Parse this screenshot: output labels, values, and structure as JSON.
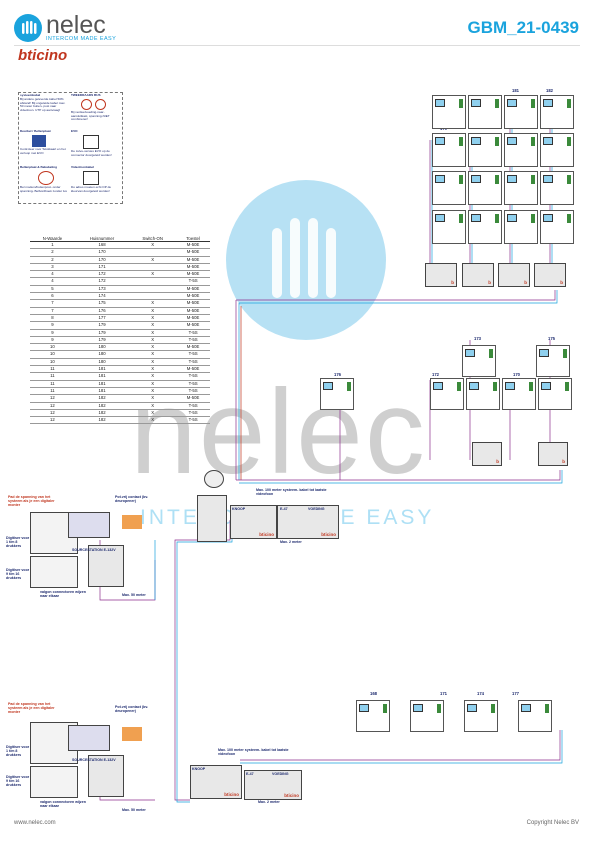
{
  "header": {
    "brand": "nelec",
    "tagline": "INTERCOM MADE EASY",
    "partner_logo": "bticino",
    "doc_code": "GBM_21-0439"
  },
  "watermark": {
    "word": "nelec",
    "tagline": "INTERCOM MADE EASY"
  },
  "footer": {
    "left": "www.nelec.com",
    "right": "Copyright Nelec BV"
  },
  "legend": {
    "items": [
      {
        "title": "systeemkabel",
        "text": "Bij andere geleverde kabel 50% afstand! Bij ongeleide kabel max. 50 meter buiten- post naar videofoon. UTP op aanvraag!"
      },
      {
        "title": "TWEEDRAADS BUS",
        "text": "Bij verdeelvoeding-naar- aansluitkast, spanning-NIET combineren!"
      },
      {
        "title": "Deurbel / Bellenplaat",
        "text": "Controleer voor Tekstkaart en het verloop met EVO"
      },
      {
        "title": "EVO",
        "text": "De zelve-versies EVO op de connector doorgeleid worden!"
      },
      {
        "title": "Bellenplaat & Bekabeling",
        "text": "Bel modem/buitenpost- onder spanning- Belbordboek zonder lus"
      },
      {
        "title": "Videofoonkabel",
        "text": "Do adres moeten echt OP de kleurvan doorgeleid worden!"
      }
    ]
  },
  "table": {
    "headers": [
      "N-Waarde",
      "Huisnummer",
      "Switch-ON",
      "Toestel"
    ],
    "rows": [
      [
        "1",
        "168",
        "X",
        "M-50E"
      ],
      [
        "2",
        "170",
        "",
        "M-50E"
      ],
      [
        "2",
        "170",
        "X",
        "M-50E"
      ],
      [
        "3",
        "171",
        "",
        "M-50E"
      ],
      [
        "4",
        "172",
        "X",
        "M-50E"
      ],
      [
        "4",
        "172",
        "",
        "T-5S"
      ],
      [
        "5",
        "173",
        "",
        "M-50E"
      ],
      [
        "6",
        "174",
        "",
        "M-50E"
      ],
      [
        "7",
        "175",
        "X",
        "M-50E"
      ],
      [
        "7",
        "176",
        "X",
        "M-50E"
      ],
      [
        "8",
        "177",
        "X",
        "M-50E"
      ],
      [
        "9",
        "179",
        "X",
        "M-50E"
      ],
      [
        "9",
        "179",
        "X",
        "T-5S"
      ],
      [
        "9",
        "179",
        "X",
        "T-5S"
      ],
      [
        "10",
        "180",
        "X",
        "M-50E"
      ],
      [
        "10",
        "180",
        "X",
        "T-5S"
      ],
      [
        "10",
        "180",
        "X",
        "T-5S"
      ],
      [
        "11",
        "181",
        "X",
        "M-50E"
      ],
      [
        "11",
        "181",
        "X",
        "T-5S"
      ],
      [
        "11",
        "181",
        "X",
        "T-5S"
      ],
      [
        "11",
        "181",
        "X",
        "T-5S"
      ],
      [
        "12",
        "182",
        "X",
        "M-50E"
      ],
      [
        "12",
        "182",
        "X",
        "T-5S"
      ],
      [
        "12",
        "182",
        "X",
        "T-5S"
      ],
      [
        "12",
        "182",
        "X",
        "T-5S"
      ]
    ]
  },
  "grid_top": {
    "labels": [
      "181",
      "182",
      "179",
      "180"
    ]
  },
  "grid_mid": {
    "labels": [
      "173",
      "175",
      "176",
      "172",
      "170"
    ]
  },
  "grid_bottom": {
    "labels": [
      "168",
      "171",
      "174",
      "177"
    ]
  },
  "notes": {
    "cable_100_a": "Max. 100 meter systeem- kabel tot laatste videofoon",
    "cable_100_b": "Max. 100 meter systeem- kabel tot laatste videofoon",
    "two_m_a": "Max. 2 meter",
    "two_m_b": "Max. 2 meter",
    "fifty_a": "Max. 50 meter",
    "fifty_b": "Max. 50 meter",
    "knoop_a": "KNOOP",
    "knoop_b": "KNOOP",
    "voeding_a": "VOEDING",
    "voeding_b": "VOEDING",
    "e47_a": "E-47",
    "e47_b": "E-47",
    "red_note_a": "Pad de spanning van het systeem als je een digitaler monter",
    "red_note_b": "Pad de spanning van het systeem als je een digitaler monter",
    "potvrij_a": "Pot.vrij contact (bv. deuropener)",
    "potvrij_b": "Pot.vrij contact (bv. deuropener)",
    "digi1_a": "Digitiser voor 1 t/m 8 drukkers",
    "digi2_a": "Digitiser voor 9 t/m 16 drukkers",
    "digi1_b": "Digitiser voor 1 t/m 8 drukkers",
    "digi2_b": "Digitiser voor 9 t/m 16 drukkers",
    "connect_a": "valgon connectoren wijzen naar elkaar",
    "connect_b": "valgon connectoren wijzen naar elkaar",
    "sourcestation_a": "SOURCESTATION E-132V",
    "sourcestation_b": "SOURCESTATION E-132V",
    "vo_label": "VOED"
  },
  "colors": {
    "accent": "#1aa3dd",
    "navy": "#1d2a6e",
    "red": "#c0361f",
    "green": "#3b8a3b"
  }
}
